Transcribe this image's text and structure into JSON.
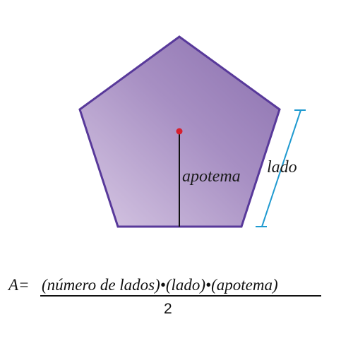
{
  "figure": {
    "apothem_label": "apotema",
    "side_label": "lado"
  },
  "formula": {
    "lhs": "A=",
    "numerator": "(número de lados)•(lado)•(apotema)",
    "denominator": "2"
  },
  "colors": {
    "pentagon_fill_light": "#d6c4e1",
    "pentagon_fill_dark": "#8e74b2",
    "pentagon_stroke": "#58399a",
    "apothem_line": "#111111",
    "center_dot": "#d6202e",
    "dimension_line": "#1f9ad0",
    "text": "#111111"
  }
}
